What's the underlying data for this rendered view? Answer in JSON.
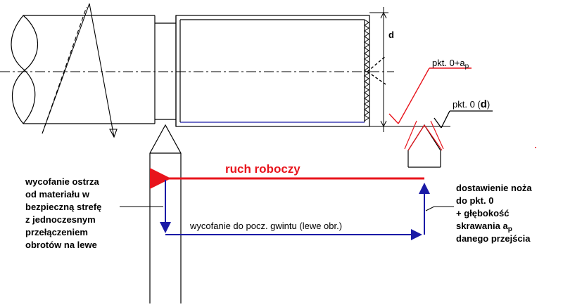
{
  "labels": {
    "d_top": "d",
    "pkt0_ap_main": "pkt. 0+a",
    "pkt0_ap_sub": "p",
    "pkt0_main": "pkt. 0 (",
    "pkt0_d": "d",
    "pkt0_close": ")",
    "ruch_roboczy": "ruch roboczy",
    "wycofanie_do_pocz": "wycofanie do pocz. gwintu (lewe obr.)"
  },
  "left_note": [
    "wycofanie ostrza",
    "od materiału w",
    "bezpieczną strefę",
    "z jednoczesnym",
    "przełączeniem",
    "obrotów na lewe"
  ],
  "right_note": [
    "dostawienie noża",
    "do pkt. 0",
    "+ głębokość",
    "skrawania a",
    "danego przejścia"
  ],
  "right_note_sub": "p",
  "colors": {
    "work_motion": "#e8141c",
    "return_motion": "#1a1aa6",
    "outline": "#000000",
    "guide_red": "#e8141c"
  }
}
